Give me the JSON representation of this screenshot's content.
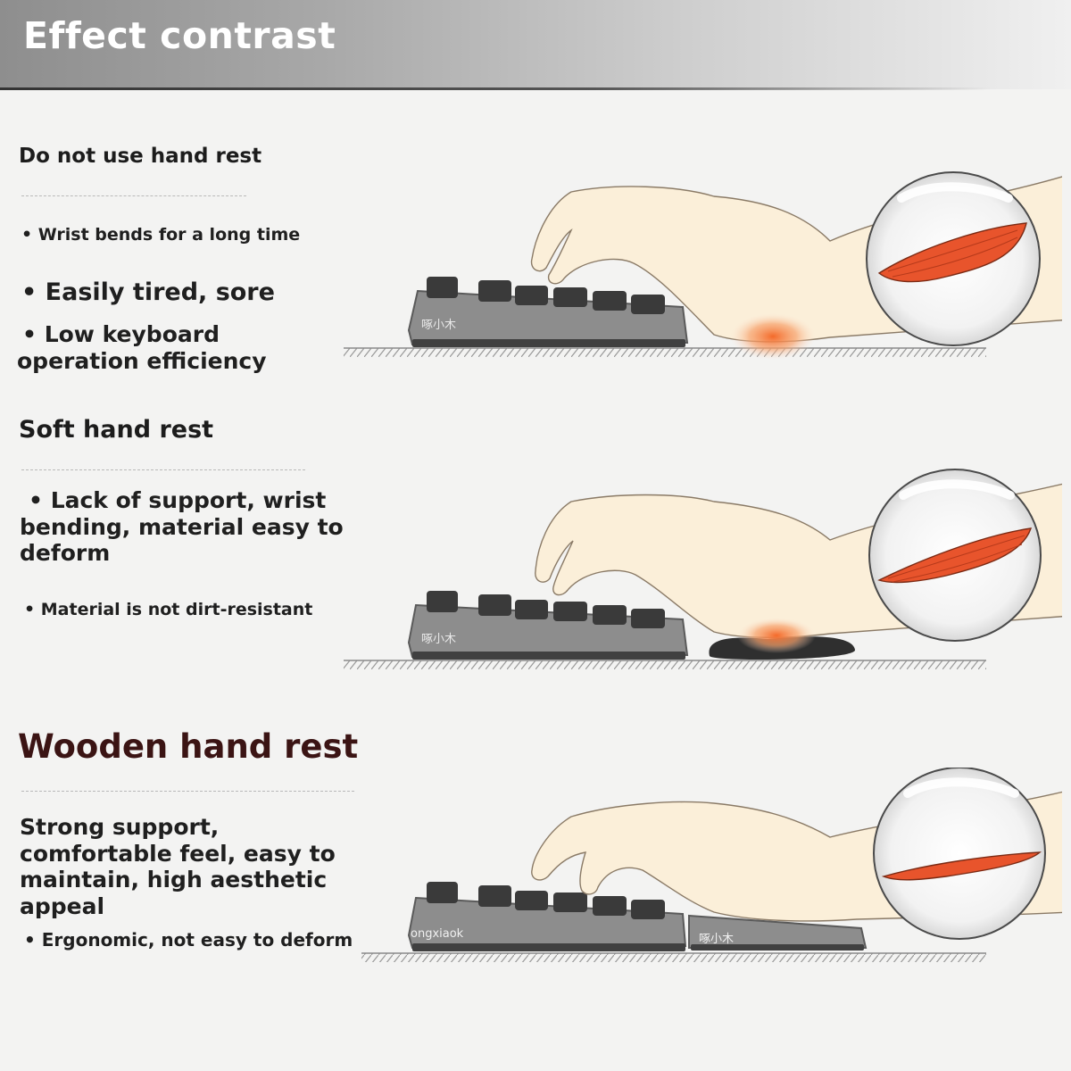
{
  "header": {
    "title": "Effect contrast"
  },
  "sections": [
    {
      "title": "Do not use hand rest",
      "points": [
        "Wrist bends for a long time",
        "Easily tired, sore",
        "Low keyboard operation efficiency"
      ],
      "keyboard_label": "啄小木"
    },
    {
      "title": "Soft hand rest",
      "points": [
        "Lack of support, wrist bending, material easy to deform",
        "Material is not dirt-resistant"
      ],
      "keyboard_label": "啄小木"
    },
    {
      "title": "Wooden hand rest",
      "points": [
        "Strong support, comfortable feel, easy to maintain, high aesthetic appeal",
        "Ergonomic, not easy to deform"
      ],
      "keyboard_label": "ongxiaok",
      "rest_label": "啄小木"
    }
  ],
  "colors": {
    "muscle": "#e8542c",
    "hand": "#fbefd9",
    "heat": "#f58a4b",
    "keyboard": "#8d8d8d",
    "keycap": "#3a3a3a",
    "title_dark": "#3b1414"
  }
}
